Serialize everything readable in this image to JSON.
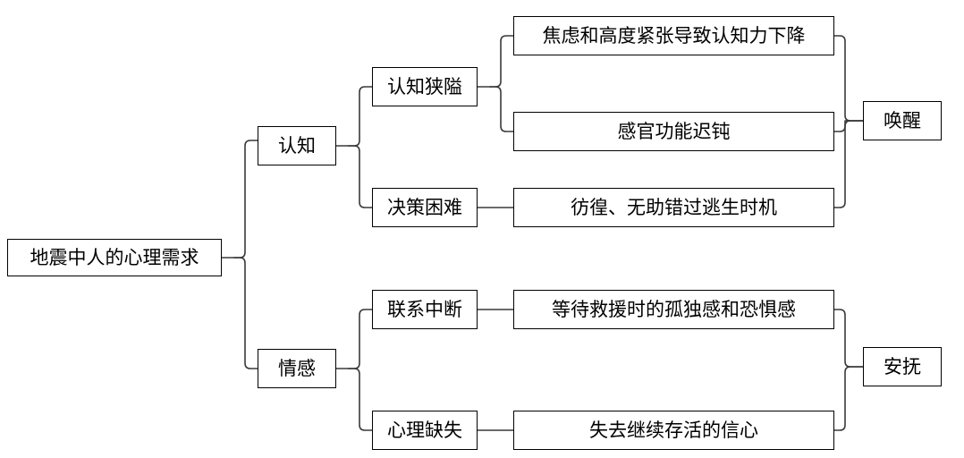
{
  "diagram": {
    "type": "tree-mindmap",
    "title": "地震中人的心理需求",
    "root": {
      "label": "地震中人的心理需求"
    },
    "branches": [
      {
        "label": "认知",
        "children": [
          {
            "label": "认知狭隘",
            "details": [
              "焦虑和高度紧张导致认知力下降",
              "感官功能迟钝"
            ]
          },
          {
            "label": "决策困难",
            "details": [
              "彷徨、无助错过逃生时机"
            ]
          }
        ],
        "outcome": "唤醒"
      },
      {
        "label": "情感",
        "children": [
          {
            "label": "联系中断",
            "details": [
              "等待救援时的孤独感和恐惧感"
            ]
          },
          {
            "label": "心理缺失",
            "details": [
              "失去继续存活的信心"
            ]
          }
        ],
        "outcome": "安抚"
      }
    ],
    "nodes": {
      "root": "地震中人的心理需求",
      "cognition": "认知",
      "emotion": "情感",
      "cognitive_narrowing": "认知狭隘",
      "decision_difficulty": "决策困难",
      "contact_interruption": "联系中断",
      "psych_deficiency": "心理缺失",
      "detail_anxiety": "焦虑和高度紧张导致认知力下降",
      "detail_sensory": "感官功能迟钝",
      "detail_hesitation": "彷徨、无助错过逃生时机",
      "detail_loneliness": "等待救援时的孤独感和恐惧感",
      "detail_lost_faith": "失去继续存活的信心",
      "outcome_arousal": "唤醒",
      "outcome_comfort": "安抚"
    },
    "colors": {
      "background": "#ffffff",
      "box_border": "#000000",
      "text": "#000000",
      "connector": "#3a3a3a"
    }
  }
}
